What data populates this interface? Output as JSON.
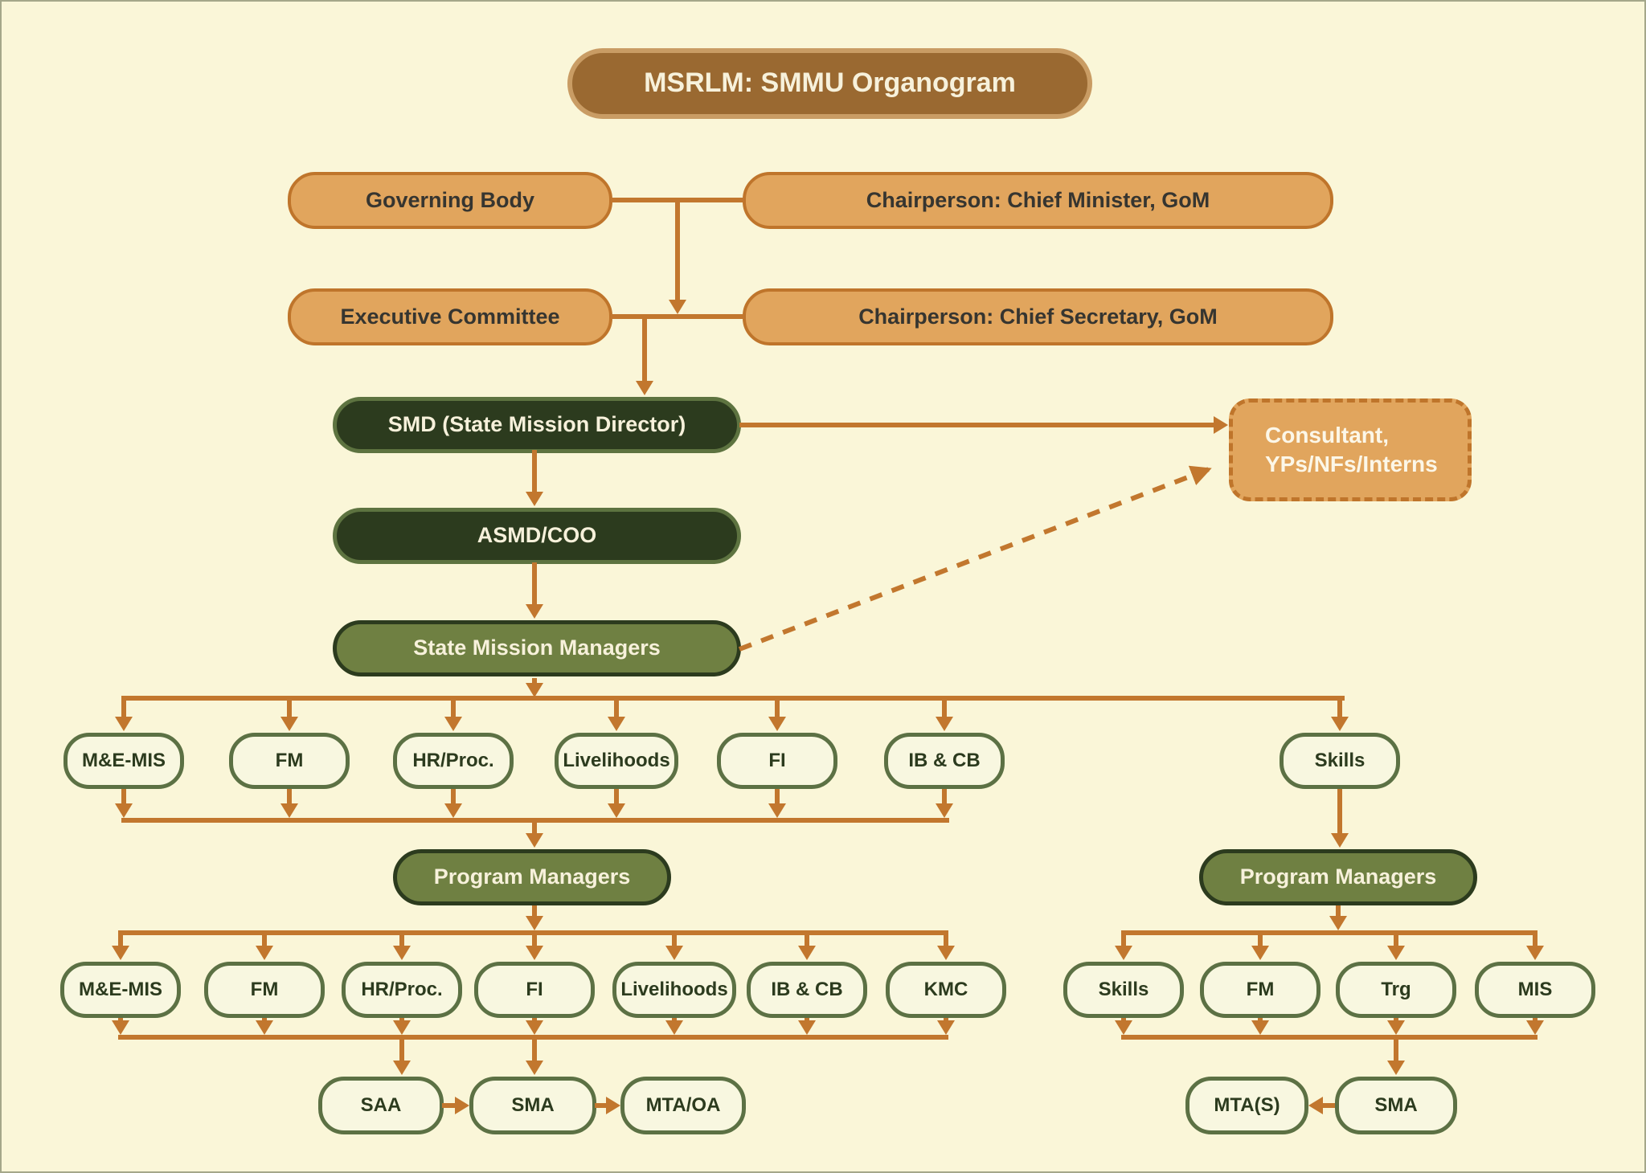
{
  "title": "MSRLM: SMMU Organogram",
  "colors": {
    "background": "#FAF6D8",
    "frame_border": "#A4A78A",
    "title_fill": "#9A6931",
    "title_border": "#C99C64",
    "orange_fill": "#E1A55D",
    "orange_border": "#BF752B",
    "arrow": "#C2772E",
    "green_dark": "#2C3B1E",
    "green_dark_border": "#5D7340",
    "olive_fill": "#6F8042",
    "unit_fill": "#F8F7E0",
    "unit_border": "#5C7144",
    "cream_text": "#F7F1DB",
    "dark_text": "#363530"
  },
  "nodes": {
    "governing_body": "Governing Body",
    "chairperson_cm": "Chairperson: Chief Minister, GoM",
    "executive_committee": "Executive Committee",
    "chairperson_cs": "Chairperson: Chief Secretary, GoM",
    "smd": "SMD (State Mission Director)",
    "consultant": {
      "line1": "Consultant,",
      "line2": "YPs/NFs/Interns"
    },
    "asmd": "ASMD/COO",
    "smm": "State Mission Managers",
    "program_managers_left": "Program Managers",
    "program_managers_right": "Program Managers"
  },
  "rows": {
    "level1_left": [
      "M&E-MIS",
      "FM",
      "HR/Proc.",
      "Livelihoods",
      "FI",
      "IB & CB"
    ],
    "level1_skills": "Skills",
    "level2_left": [
      "M&E-MIS",
      "FM",
      "HR/Proc.",
      "FI",
      "Livelihoods",
      "IB & CB",
      "KMC"
    ],
    "level2_right": [
      "Skills",
      "FM",
      "Trg",
      "MIS"
    ],
    "bottom_left": [
      "SAA",
      "SMA",
      "MTA/OA"
    ],
    "bottom_right": {
      "mta_s": "MTA(S)",
      "sma": "SMA"
    }
  }
}
